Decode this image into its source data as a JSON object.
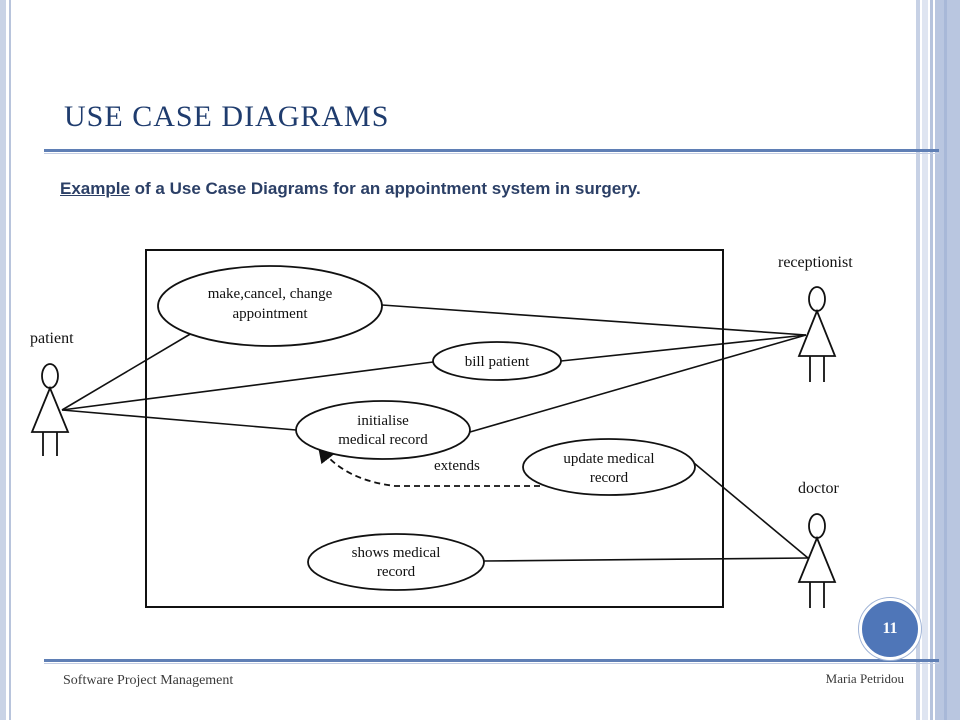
{
  "slide": {
    "title_first_U": "U",
    "title_se": "SE ",
    "title_first_C": "C",
    "title_ase": "ASE ",
    "title_first_D": "D",
    "title_iagrams": "IAGRAMS",
    "subtitle_lead": "Example",
    "subtitle_rest": " of a Use Case Diagrams for an appointment  system in surgery.",
    "page_number": "11",
    "footer_left": "Software Project Management",
    "footer_right": "Maria Petridou"
  },
  "diagram": {
    "actors": {
      "patient": "patient",
      "receptionist": "receptionist",
      "doctor": "doctor"
    },
    "use_cases": {
      "make_change_l1": "make,cancel, change",
      "make_change_l2": "appointment",
      "bill_patient": "bill patient",
      "initialise_l1": "initialise",
      "initialise_l2": "medical record",
      "update_l1": "update medical",
      "update_l2": "record",
      "shows_l1": "shows medical",
      "shows_l2": "record"
    },
    "relationship_label": "extends"
  },
  "colors": {
    "title": "#1f3c6e",
    "accent_rule": "#5f7fb5",
    "page_badge": "#4f76b8"
  }
}
